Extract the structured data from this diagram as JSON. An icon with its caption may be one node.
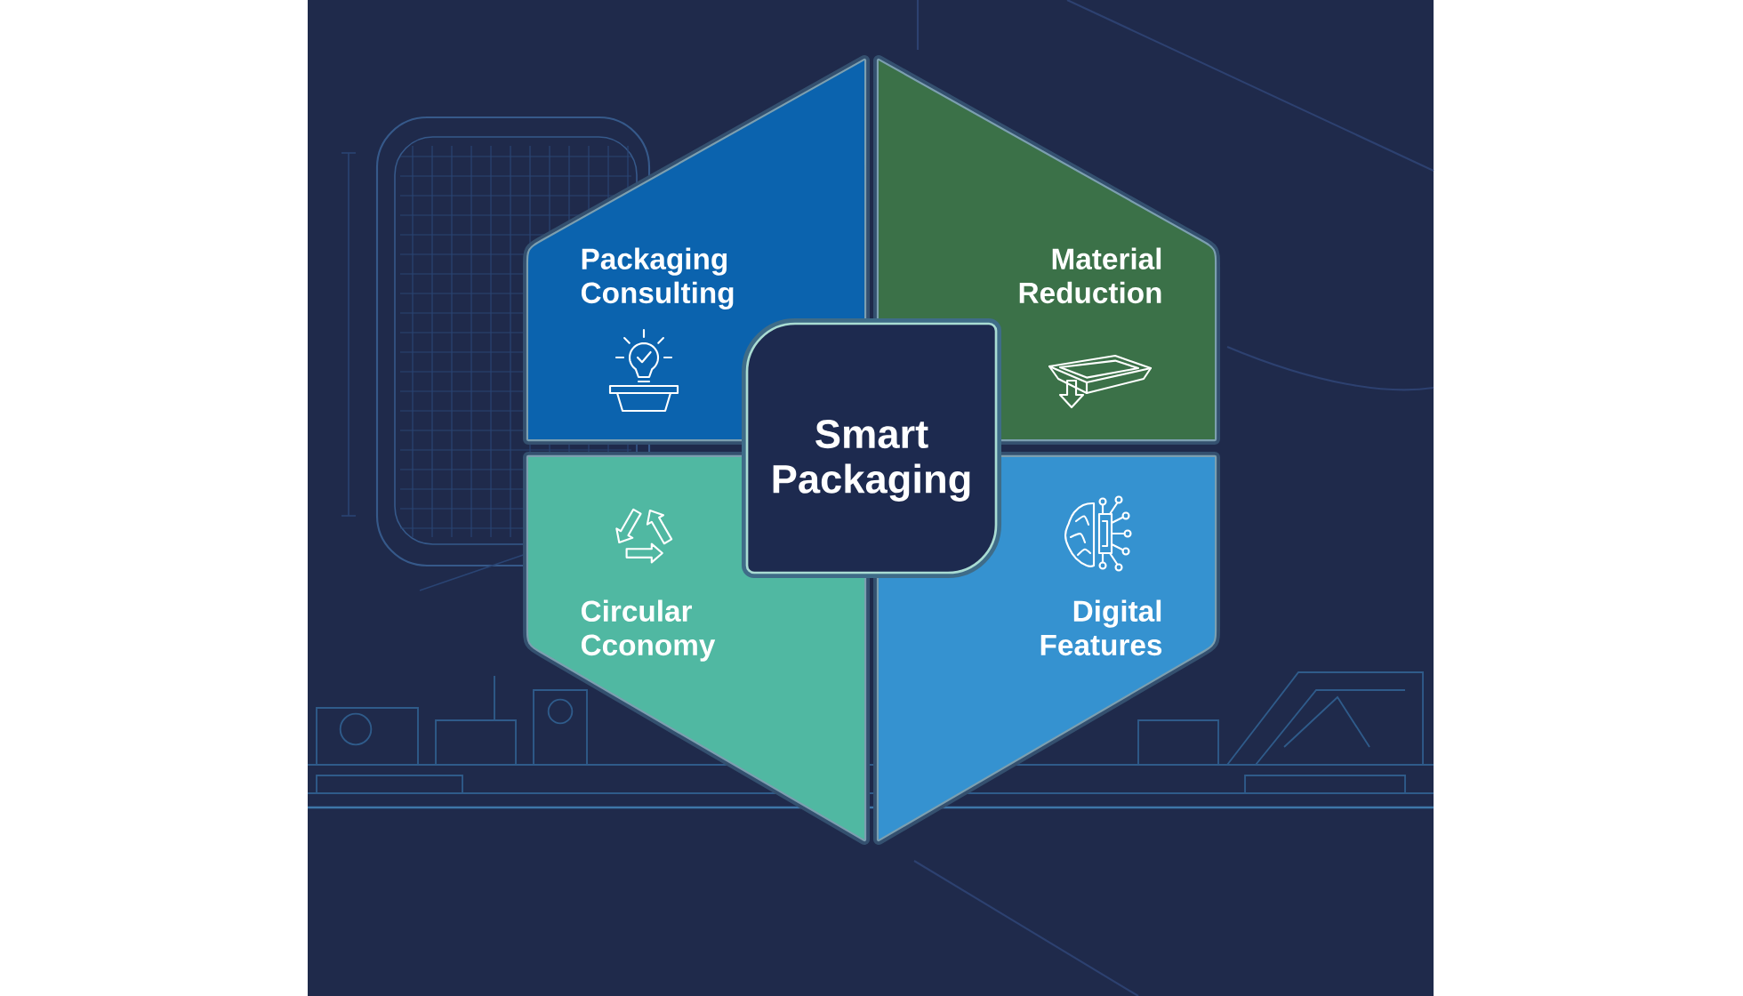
{
  "diagram": {
    "nodes": [
      {
        "text": [
          "Packaging Consulting"
        ]
      },
      {
        "text": [
          "Material Reduction"
        ]
      },
      {
        "text": [
          "Smart Packaging"
        ]
      },
      {
        "text": [
          "Circular Cconomy"
        ]
      },
      {
        "text": [
          "Digital Features"
        ]
      }
    ]
  }
}
